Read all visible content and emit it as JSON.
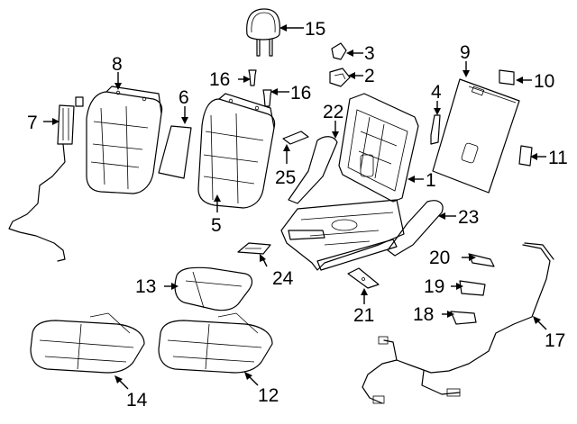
{
  "callouts": {
    "c1": "1",
    "c2": "2",
    "c3": "3",
    "c4": "4",
    "c5": "5",
    "c6": "6",
    "c7": "7",
    "c8": "8",
    "c9": "9",
    "c10": "10",
    "c11": "11",
    "c12": "12",
    "c13": "13",
    "c14": "14",
    "c15": "15",
    "c16a": "16",
    "c16b": "16",
    "c17": "17",
    "c18": "18",
    "c19": "19",
    "c20": "20",
    "c21": "21",
    "c22": "22",
    "c23": "23",
    "c24": "24",
    "c25": "25"
  }
}
